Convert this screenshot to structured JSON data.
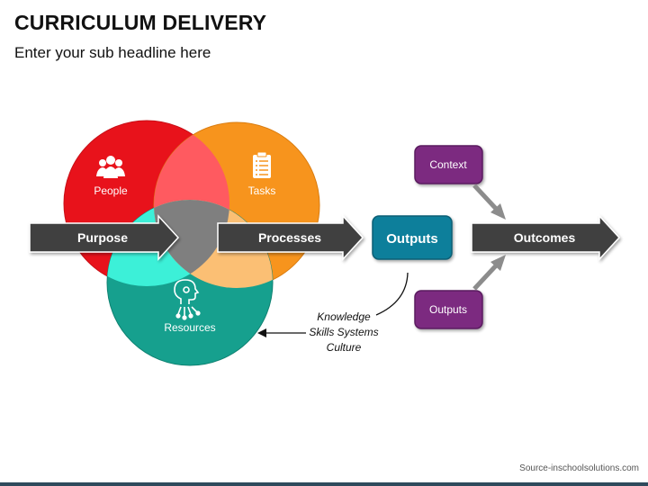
{
  "header": {
    "title": "CURRICULUM DELIVERY",
    "subtitle": "Enter your sub headline here"
  },
  "venn": {
    "people": {
      "label": "People",
      "icon": "people-icon",
      "color": "#e8121b"
    },
    "tasks": {
      "label": "Tasks",
      "icon": "clipboard-icon",
      "color": "#f7941d"
    },
    "resources": {
      "label": "Resources",
      "icon": "network-head-icon",
      "color": "#16a08e"
    },
    "overlap_colors": {
      "people_tasks": "#ff5a60",
      "people_resources": "#3cf0d8",
      "tasks_resources": "#fbbf74",
      "center": "#7f7f7f"
    }
  },
  "arrows": {
    "purpose": "Purpose",
    "processes": "Processes",
    "outcomes": "Outcomes",
    "arrow_color": "#404040"
  },
  "boxes": {
    "outputs_main": {
      "label": "Outputs",
      "color": "#0e7f9b"
    },
    "context": {
      "label": "Context",
      "color": "#7b2c80"
    },
    "outputs_secondary": {
      "label": "Outputs",
      "color": "#7b2c80"
    }
  },
  "annotation": {
    "line1": "Knowledge",
    "line2": "Skills Systems",
    "line3": "Culture"
  },
  "footer": {
    "source": "Source-inschoolsolutions.com",
    "bar_color": "#2f4a5c"
  }
}
